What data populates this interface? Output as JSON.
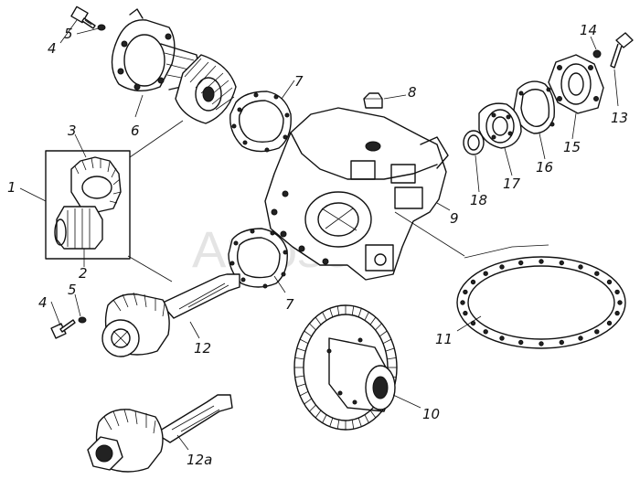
{
  "watermark": "Autosoft",
  "callouts": {
    "c1": "1",
    "c2": "2",
    "c3": "3",
    "c4a": "4",
    "c5a": "5",
    "c4b": "4",
    "c5b": "5",
    "c6": "6",
    "c7a": "7",
    "c7b": "7",
    "c8": "8",
    "c9": "9",
    "c10": "10",
    "c11": "11",
    "c12": "12",
    "c12a": "12a",
    "c13": "13",
    "c14": "14",
    "c15": "15",
    "c16": "16",
    "c17": "17",
    "c18": "18"
  }
}
